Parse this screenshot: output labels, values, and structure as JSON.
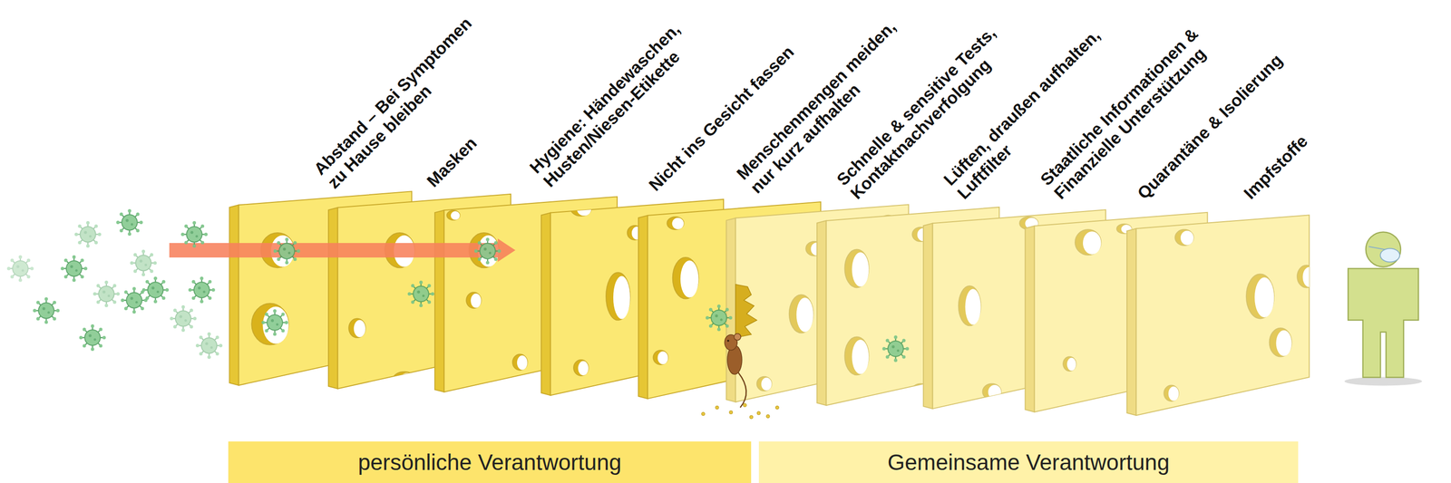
{
  "diagram": {
    "nodes": [
      {
        "text": [
          "persönliche Verantwortung"
        ]
      },
      {
        "text": [
          "Gemeinsame Verantwortung"
        ]
      }
    ],
    "labels": [
      "Abstand – Bei Symptomen zu Hause bleiben",
      "Masken",
      "Hygiene: Händewaschen, Husten/Niesen-Etikette",
      "Nicht ins Gesicht fassen",
      "Menschenmengen meiden, nur kurz aufhalten",
      "Schnelle & sensitive Tests, Kontaktnachverfolgung",
      "Lüften, draußen aufhalten, Luftfilter",
      "Staatliche Informationen & Finanzielle Unterstützung",
      "Quarantäne & Isolierung",
      "Impfstoffe"
    ]
  }
}
